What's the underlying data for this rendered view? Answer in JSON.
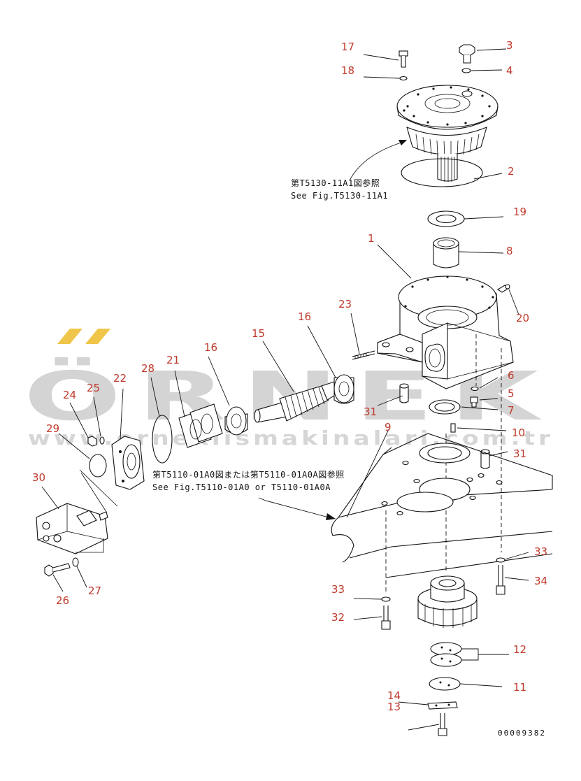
{
  "watermark": {
    "brand": "ÖRNEK",
    "url": "www.orneklismakinalari.com.tr",
    "accent_color": "#f0c64a"
  },
  "references": {
    "top_jp": "第T5130-11A1図参照",
    "top_en": "See Fig.T5130-11A1",
    "mid_jp": "第T5110-01A0図または第T5110-01A0A図参照",
    "mid_en": "See Fig.T5110-01A0 or T5110-01A0A"
  },
  "document_number": "00009382",
  "callout_color": "#c0392b",
  "callouts": [
    "1",
    "2",
    "3",
    "4",
    "5",
    "6",
    "7",
    "8",
    "9",
    "10",
    "11",
    "12",
    "13",
    "14",
    "15",
    "16",
    "16",
    "17",
    "18",
    "19",
    "20",
    "21",
    "22",
    "23",
    "24",
    "25",
    "26",
    "27",
    "28",
    "29",
    "30",
    "31",
    "31",
    "32",
    "33",
    "33",
    "34"
  ]
}
